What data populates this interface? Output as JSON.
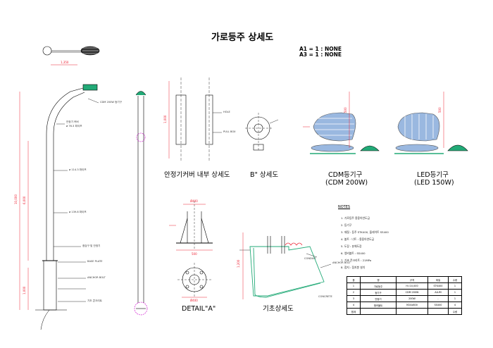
{
  "title": "가로등주 상세도",
  "scale": {
    "a1": "A1 = 1 : NONE",
    "a3": "A3 = 1 : NONE"
  },
  "captions": {
    "inner_detail": "안정기커버 내부 상세도",
    "detail_b": "B\" 상세도",
    "cdm_line1": "CDM등기구",
    "cdm_line2": "(CDM 200W)",
    "led_line1": "LED등기구",
    "led_line2": "(LED 150W)",
    "detail_a": "DETAIL\"A\"",
    "foundation": "기초상세도"
  },
  "leaders": [
    "CDM 200W 등기구",
    "안정기 커버",
    "ø 76.3 파이프",
    "ø 114.3 파이프",
    "ø 139.8 파이프",
    "점검구 및 안정기",
    "BASE PLATE",
    "ANCHOR BOLT",
    "기초 콘크리트",
    "HOLE",
    "PULL BOX",
    "CONDUIT",
    "ANCHOR BOLT",
    "CONCRETE"
  ],
  "notes": {
    "title": "NOTES",
    "items": [
      "1. 가로등주 용융아연도금",
      "2. 등기구",
      "3. 재질 : 등주 STK400, 플레이트 SS400",
      "4. 볼트 · 너트 : 용융아연도금",
      "5. 도장 : 분체도장",
      "6. 앵커볼트 : SS400",
      "7. 기초 콘크리트 : 21MPa",
      "8. 접지 : 접지봉 설치"
    ]
  },
  "table": {
    "header": [
      "품",
      "명",
      "규격",
      "재질",
      "수량"
    ],
    "rows": [
      [
        "1",
        "가로등주",
        "H=10,000",
        "STK400",
        "1"
      ],
      [
        "2",
        "등기구",
        "CDM 200W",
        "ALUM",
        "1"
      ],
      [
        "3",
        "안정기",
        "200W",
        "-",
        "1"
      ],
      [
        "4",
        "앵커볼트",
        "M24x800",
        "SS400",
        "4"
      ]
    ],
    "footer": [
      "합계",
      "",
      "",
      "",
      "수량"
    ]
  }
}
